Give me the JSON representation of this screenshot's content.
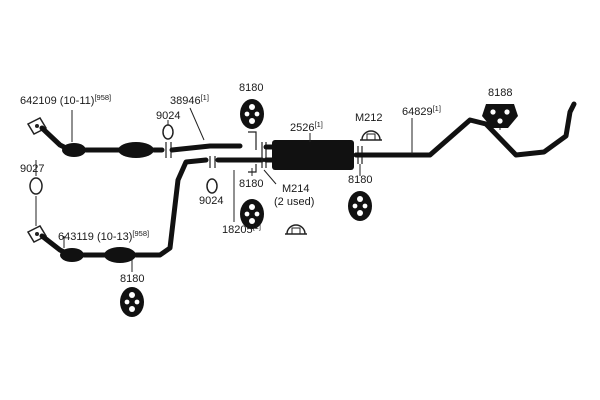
{
  "labels": {
    "cat_front_part": "642109",
    "cat_front_range": "(10-11)",
    "cat_front_note": "[958]",
    "cat_rear_part": "643119",
    "cat_rear_range": "(10-13)",
    "cat_rear_note": "[958]",
    "gasket_9027": "9027",
    "gasket_upper_9024": "9024",
    "gasket_lower_9024": "9024",
    "pipe_38946": "38946",
    "pipe_38946_note": "[1]",
    "pipe_18205": "18205",
    "pipe_18205_note": "[1]",
    "muffler_part": "2526",
    "muffler_note": "[1]",
    "clamp_m212": "M212",
    "clamp_m214": "M214",
    "clamp_m214_qty": "(2 used)",
    "tailpipe_part": "64829",
    "tailpipe_note": "[1]",
    "hanger_top": "8180",
    "hanger_mid": "8180",
    "hanger_right": "8180",
    "hanger_bottom": "8180",
    "hanger_8188": "8188"
  },
  "colors": {
    "ink": "#111111",
    "background": "#ffffff"
  }
}
